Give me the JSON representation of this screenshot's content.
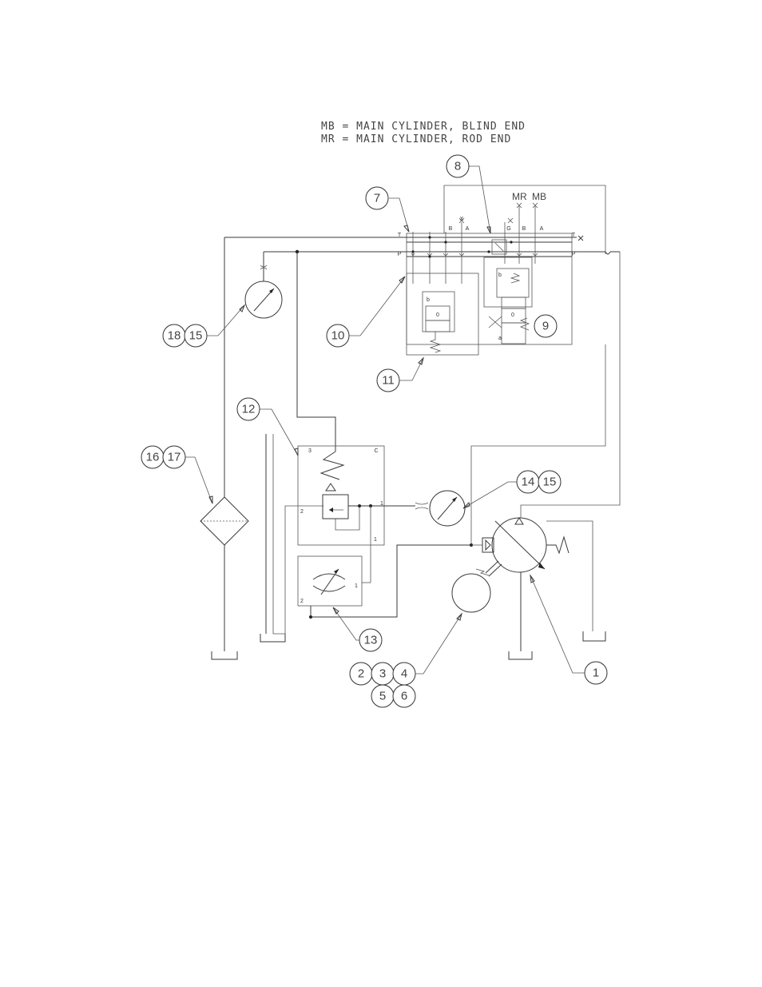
{
  "legend": {
    "line1": "MB  =  MAIN  CYLINDER,  BLIND  END",
    "line2": "MR  =  MAIN  CYLINDER,  ROD  END"
  },
  "port_labels": {
    "mr": "MR",
    "mb": "MB",
    "t": "T",
    "p": "P",
    "a": "A",
    "b": "B",
    "g": "G",
    "x": "X",
    "one": "1",
    "two": "2",
    "three": "3",
    "c": "C"
  },
  "callouts": {
    "c1": "1",
    "c2": "2",
    "c3": "3",
    "c4": "4",
    "c5": "5",
    "c6": "6",
    "c7": "7",
    "c8": "8",
    "c9": "9",
    "c10": "10",
    "c11": "11",
    "c12": "12",
    "c13": "13",
    "c14": "14",
    "c15a": "15",
    "c15b": "15",
    "c16": "16",
    "c17": "17",
    "c18": "18"
  }
}
